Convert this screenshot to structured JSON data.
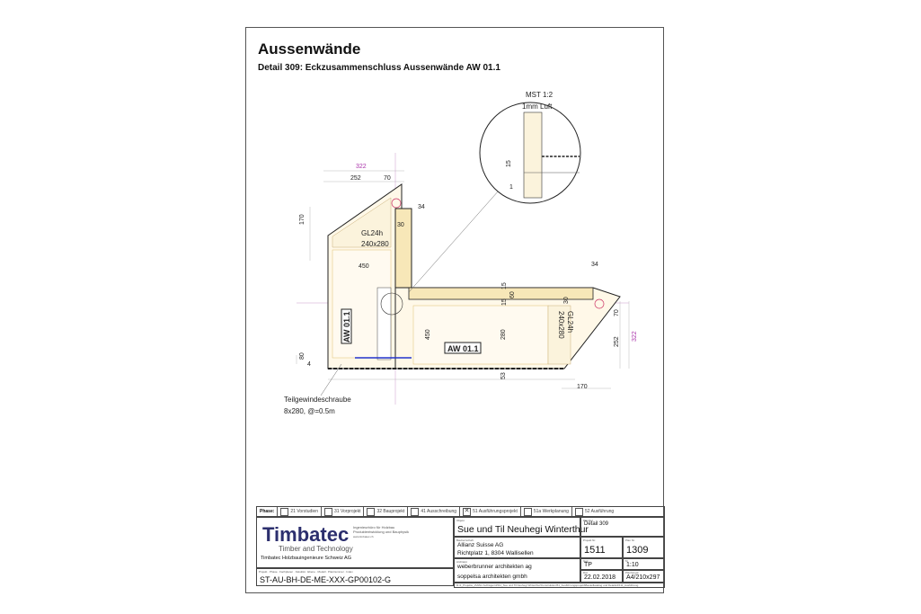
{
  "title": "Aussenwände",
  "subtitle": "Detail 309:  Eckzusammenschluss Aussenwände AW 01.1",
  "drawing": {
    "scale_note": "MST 1:2",
    "gap_note": "1mm Luft",
    "dims": {
      "d322a": "322",
      "d252a": "252",
      "d70a": "70",
      "d170a": "170",
      "d34a": "34",
      "d30a": "30",
      "d450a": "450",
      "d80": "80",
      "d4": "4",
      "d15a": "15",
      "d60": "60",
      "d15b": "15",
      "d30b": "30",
      "d34b": "34",
      "d70b": "70",
      "d252b": "252",
      "d322b": "322",
      "d450b": "450",
      "d280": "280",
      "d53": "53",
      "d170b": "170",
      "d15c": "15",
      "d1": "1"
    },
    "material1": "GL24h",
    "size1": "240x280",
    "material2": "GL24h",
    "size2": "240x280",
    "wall_tag1": "AW 01.1",
    "wall_tag2": "AW 01.1",
    "screw_note1": "Teilgewindeschraube",
    "screw_note2": "8x280, @=0.5m"
  },
  "phase": {
    "label": "Phase:",
    "items": [
      {
        "label": "21 Vorstudien",
        "checked": false
      },
      {
        "label": "31 Vorprojekt",
        "checked": false
      },
      {
        "label": "32 Bauprojekt",
        "checked": false
      },
      {
        "label": "41 Ausschreibung",
        "checked": false
      },
      {
        "label": "51 Ausführungsprojekt",
        "checked": true
      },
      {
        "label": "51a Werkplanung",
        "checked": false
      },
      {
        "label": "52 Ausführung",
        "checked": false
      }
    ]
  },
  "company": {
    "logo": "Timbatec",
    "tagline": "Timber and Technology",
    "name": "Timbatec Holzbauingenieure Schweiz AG",
    "desc1": "Ingenieurbüro für Holzbau",
    "desc2": "Produktentwicklung und Bauphysik",
    "web": "www.timbatec.ch"
  },
  "code_label": "Projekt · Phase · Fachplaner · Fakultät · Ebene · Modell · Planinummer · Index",
  "plan_code": "ST-AU-BH-DE-ME-XXX-GP00102-G",
  "block": {
    "object_label": "Objekt",
    "object": "Sue und Til Neuhegi Winterthur",
    "plan_label": "Plantitel",
    "plan": "Detail 309",
    "client_label": "Bauherrschaft",
    "client1": "Allianz Suisse  AG",
    "client2": "Richtplatz  1, 8304 Wallisellen",
    "projnr_label": "Projekt Nr.",
    "projnr": "1511",
    "plannr_label": "Plan Nr.",
    "plannr": "1309",
    "arch_label": "Architekt",
    "arch1": "weberbrunner architekten ag",
    "arch2": "soppelsa architekten gmbh",
    "drawn_label": "Gez.",
    "drawn": "TP",
    "scale_label": "M",
    "scale": "1:10",
    "date_label": "Dat.",
    "date": "22.02.2018",
    "format_label": "Planformat",
    "format": "A4/210x297",
    "path": "R:\\1_Projekte_2\\All\\In Aufträgen\\1511_Sue und Til Neuhegi Winterthur\\Konstruktion\\51_Ausführungsprojekt\\Bauteilkatalog und Details\\1511_Ausführung"
  }
}
